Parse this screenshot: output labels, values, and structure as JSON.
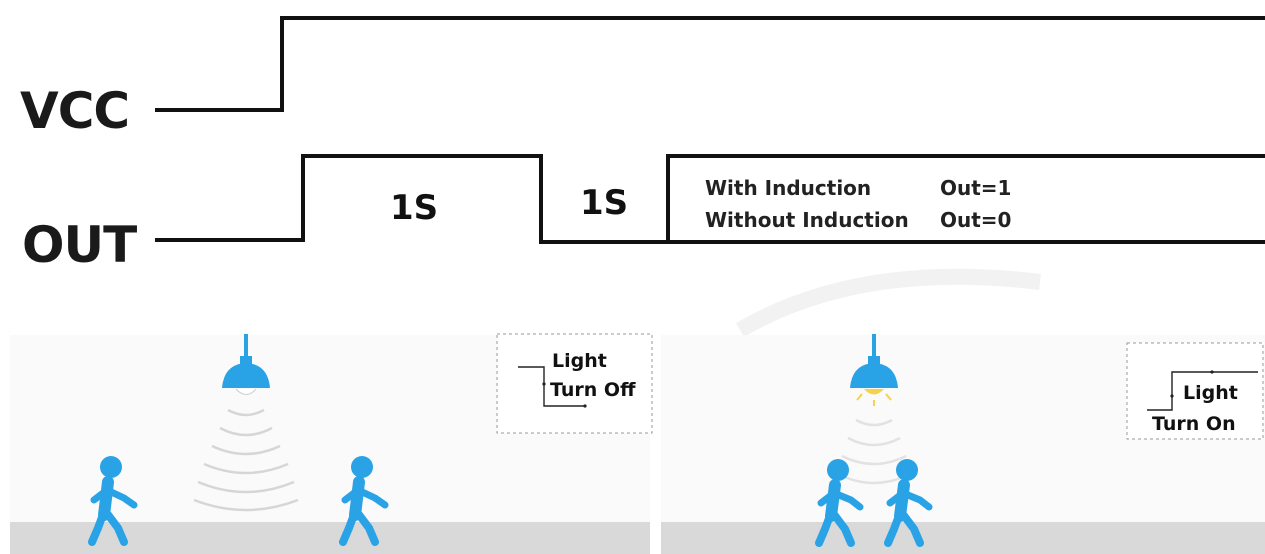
{
  "signals": {
    "vcc_label": "VCC",
    "out_label": "OUT",
    "high_duration_label": "1S",
    "low_duration_label": "1S"
  },
  "notes": {
    "with_label": "With Induction",
    "with_value": "Out=1",
    "without_label": "Without Induction",
    "without_value": "Out=0"
  },
  "scene_off": {
    "line1": "Light",
    "line2": "Turn Off"
  },
  "scene_on": {
    "line1": "Light",
    "line2": "Turn On"
  },
  "colors": {
    "wave": "#111111",
    "figure_blue": "#2aa3e6",
    "ground": "#d9d9d9",
    "lamp_glow": "#f4d24a",
    "sensor_arc": "#d6d6d6"
  }
}
